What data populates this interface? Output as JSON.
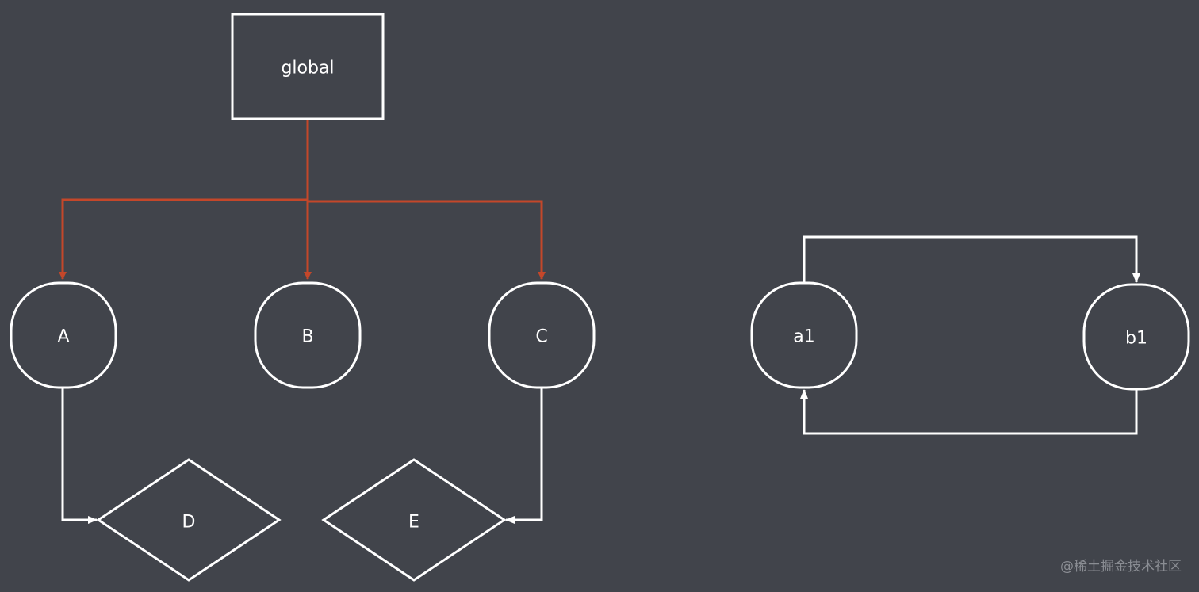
{
  "nodes": {
    "global": "global",
    "A": "A",
    "B": "B",
    "C": "C",
    "D": "D",
    "E": "E",
    "a1": "a1",
    "b1": "b1"
  },
  "watermark": "@稀土掘金技术社区",
  "colors": {
    "background": "#41444b",
    "stroke": "#ffffff",
    "accent": "#c4472a"
  }
}
